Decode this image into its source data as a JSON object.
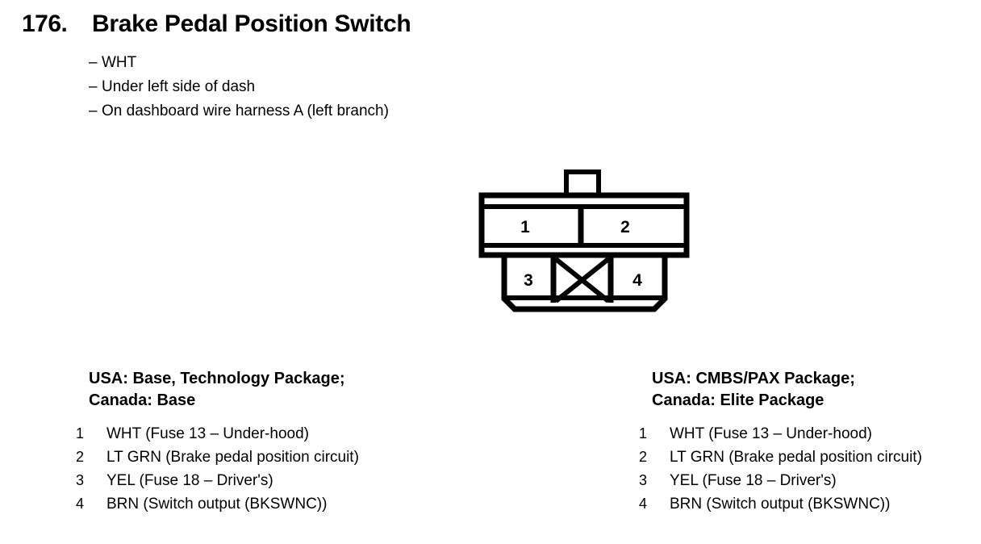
{
  "header": {
    "number": "176.",
    "title": "Brake Pedal Position Switch",
    "bullets": [
      {
        "dash": "–",
        "text": "WHT"
      },
      {
        "dash": "–",
        "text": "Under left side of dash"
      },
      {
        "dash": "–",
        "text": "On dashboard wire harness A (left branch)"
      }
    ]
  },
  "connector": {
    "top_row_pins": [
      "1",
      "2"
    ],
    "bottom_row_pins": [
      "3",
      "4"
    ],
    "blocked_cavity_label": "X",
    "line_color": "#000000",
    "fill_color": "#ffffff"
  },
  "legend": {
    "left": {
      "heading_line1": "USA: Base, Technology Package;",
      "heading_line2": "Canada: Base",
      "items": [
        {
          "pin": "1",
          "text": "WHT (Fuse 13 – Under-hood)"
        },
        {
          "pin": "2",
          "text": "LT GRN (Brake pedal position circuit)"
        },
        {
          "pin": "3",
          "text": "YEL (Fuse 18 – Driver's)"
        },
        {
          "pin": "4",
          "text": "BRN (Switch output (BKSWNC))"
        }
      ]
    },
    "right": {
      "heading_line1": "USA: CMBS/PAX Package;",
      "heading_line2": "Canada: Elite Package",
      "items": [
        {
          "pin": "1",
          "text": "WHT (Fuse 13 – Under-hood)"
        },
        {
          "pin": "2",
          "text": "LT GRN (Brake pedal position circuit)"
        },
        {
          "pin": "3",
          "text": "YEL (Fuse 18 – Driver's)"
        },
        {
          "pin": "4",
          "text": "BRN (Switch output (BKSWNC))"
        }
      ]
    }
  }
}
